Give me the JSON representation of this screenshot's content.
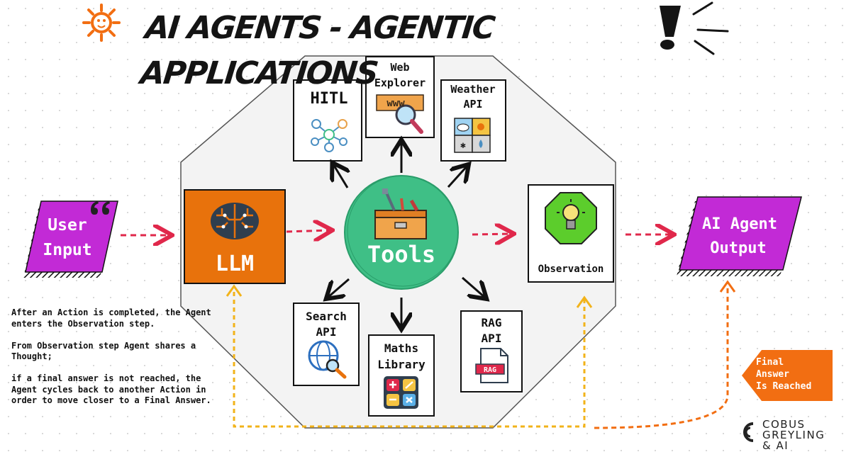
{
  "title": "AI AGENTS - AGENTIC APPLICATIONS",
  "nodes": {
    "user_input": {
      "line1": "User",
      "line2": "Input"
    },
    "llm": "LLM",
    "tools": "Tools",
    "observation": "Observation",
    "output": {
      "line1": "AI Agent",
      "line2": "Output"
    }
  },
  "tool_cards": {
    "hitl": "HITL",
    "web": {
      "line1": "Web",
      "line2": "Explorer",
      "sign": "www"
    },
    "weather": {
      "line1": "Weather",
      "line2": "API"
    },
    "search": {
      "line1": "Search",
      "line2": "API"
    },
    "maths": {
      "line1": "Maths",
      "line2": "Library"
    },
    "rag": {
      "line1": "RAG",
      "line2": "API",
      "doc_label": "RAG"
    }
  },
  "note": [
    "After an Action is completed, the Agent enters the Observation step.",
    "From Observation step Agent shares a Thought;",
    "if a final answer is not reached, the Agent cycles back to another Action in order to move closer to a Final Answer."
  ],
  "final_badge": {
    "line1": "Final",
    "line2": "Answer",
    "line3": "Is Reached"
  },
  "brand": {
    "line1": "COBUS GREYLING",
    "line2": "& AI"
  },
  "icons": [
    "sun-icon",
    "exclamation-icon",
    "quote-icon",
    "brain-icon",
    "toolbox-icon",
    "network-icon",
    "magnifier-icon",
    "weather-icon",
    "lightbulb-icon",
    "globe-search-icon",
    "calculator-icon",
    "document-icon",
    "brand-logo-icon"
  ],
  "colors": {
    "purple": "#c22ad6",
    "orange_llm": "#e8720c",
    "green_tools": "#3fbf86",
    "green_observation": "#5ccd2c",
    "red_arrows": "#e0284b",
    "yellow_loop": "#f2b31a",
    "orange_badge": "#f26e12"
  }
}
